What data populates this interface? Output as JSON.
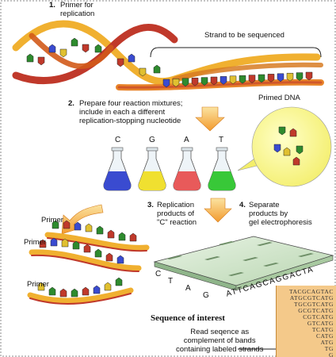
{
  "steps": {
    "s1_num": "1.",
    "s1_text": [
      "Primer for",
      "replication"
    ],
    "s2_num": "2.",
    "s2_text": [
      "Prepare four reaction mixtures;",
      "include in each a different",
      "replication-stopping nucleotide"
    ],
    "s3_num": "3.",
    "s3_text": [
      "Replication",
      "products of",
      "\"C\" reaction"
    ],
    "s4_num": "4.",
    "s4_text": [
      "Separate",
      "products by",
      "gel electrophoresis"
    ]
  },
  "labels": {
    "strand": "Strand to be sequenced",
    "primed_dna": "Primed DNA",
    "primer": "Primer",
    "sequence_of_interest": "Sequence of interest",
    "read_text": [
      "Read seqence as",
      "complement of bands",
      "containing labeled strands"
    ]
  },
  "flasks": [
    {
      "letter": "C",
      "color": "#3a4bd0"
    },
    {
      "letter": "G",
      "color": "#f0e030"
    },
    {
      "letter": "A",
      "color": "#e85a5a"
    },
    {
      "letter": "T",
      "color": "#38c838"
    }
  ],
  "gel_letters": [
    "C",
    "T",
    "A",
    "G"
  ],
  "gel_bottom": "ATTCAGCAGGACTA",
  "sequence_lines": [
    "TACGCAGTAC",
    "ATGCGTCATG",
    "TGCGTCATG",
    "GCGTCATG",
    "CGTCATG",
    "GTCATG",
    "TCATG",
    "CATG",
    "ATG",
    "TG",
    "G"
  ]
}
